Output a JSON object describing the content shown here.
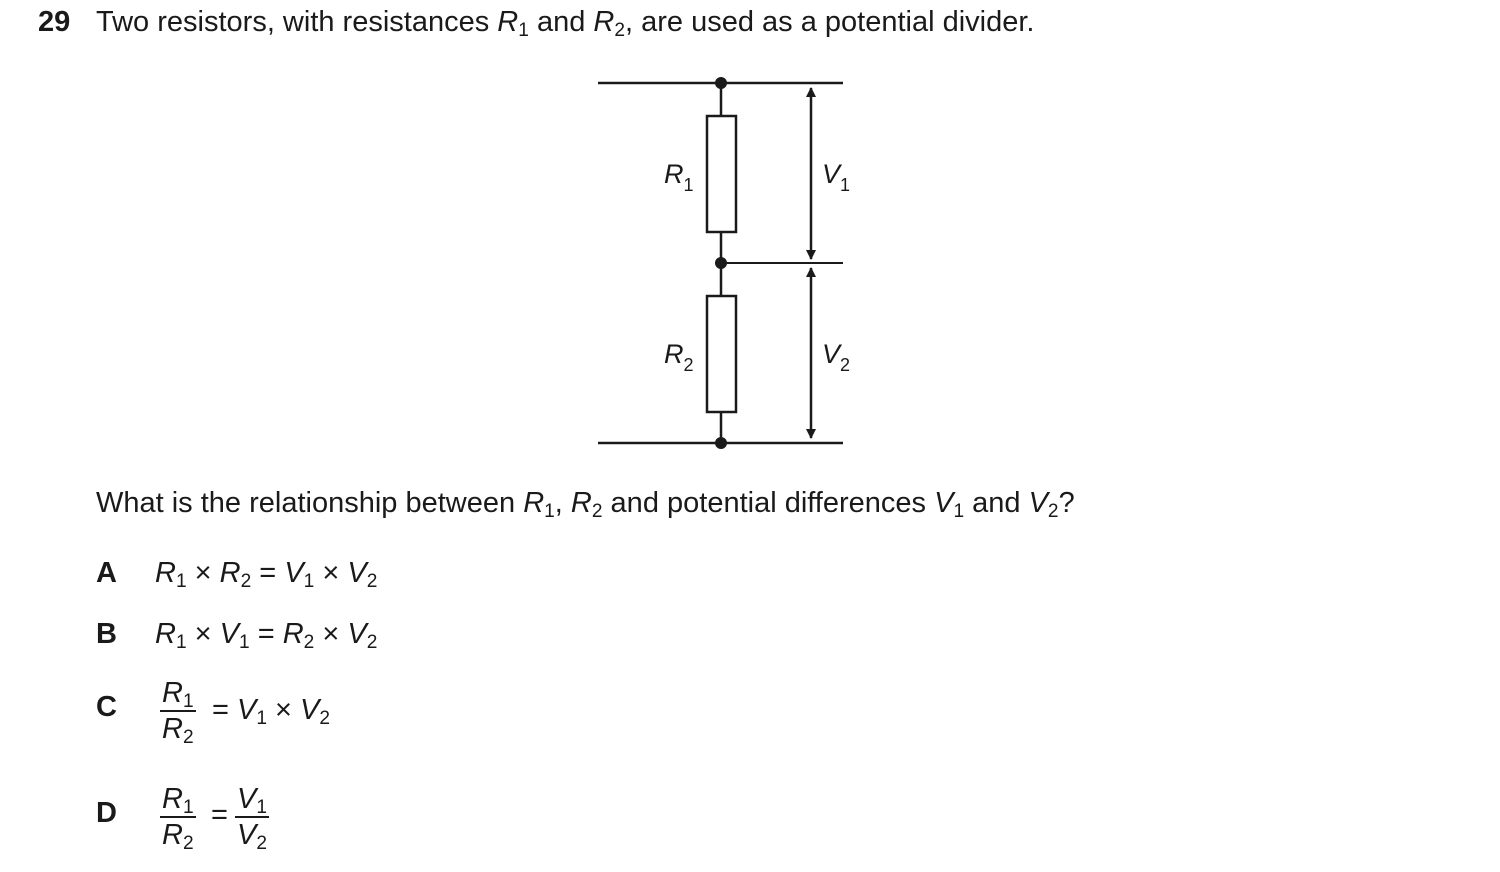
{
  "question": {
    "number": "29",
    "text_before_r1": "Two resistors, with resistances ",
    "r1_sym": "R",
    "r1_sub": "1",
    "text_and": " and ",
    "r2_sym": "R",
    "r2_sub": "2",
    "text_after": ", are used as a potential divider."
  },
  "diagram": {
    "r1_label": "R",
    "r1_sub": "1",
    "r2_label": "R",
    "r2_sub": "2",
    "v1_label": "V",
    "v1_sub": "1",
    "v2_label": "V",
    "v2_sub": "2"
  },
  "sub_question": {
    "part1": "What is the relationship between ",
    "r1": "R",
    "r1_sub": "1",
    "comma": ", ",
    "r2": "R",
    "r2_sub": "2",
    "part2": " and potential differences ",
    "v1": "V",
    "v1_sub": "1",
    "and": " and ",
    "v2": "V",
    "v2_sub": "2",
    "end": "?"
  },
  "options": {
    "a": {
      "letter": "A",
      "t1": "R",
      "s1": "1",
      "op1": " × ",
      "t2": "R",
      "s2": "2",
      "eq": " = ",
      "t3": "V",
      "s3": "1",
      "op2": " × ",
      "t4": "V",
      "s4": "2"
    },
    "b": {
      "letter": "B",
      "t1": "R",
      "s1": "1",
      "op1": " × ",
      "t2": "V",
      "s2": "1",
      "eq": " = ",
      "t3": "R",
      "s3": "2",
      "op2": " × ",
      "t4": "V",
      "s4": "2"
    },
    "c": {
      "letter": "C",
      "num": "R",
      "num_sub": "1",
      "den": "R",
      "den_sub": "2",
      "eq": "= ",
      "t3": "V",
      "s3": "1",
      "op": " × ",
      "t4": "V",
      "s4": "2"
    },
    "d": {
      "letter": "D",
      "num1": "R",
      "num1_sub": "1",
      "den1": "R",
      "den1_sub": "2",
      "eq": "=",
      "num2": "V",
      "num2_sub": "1",
      "den2": "V",
      "den2_sub": "2"
    }
  }
}
